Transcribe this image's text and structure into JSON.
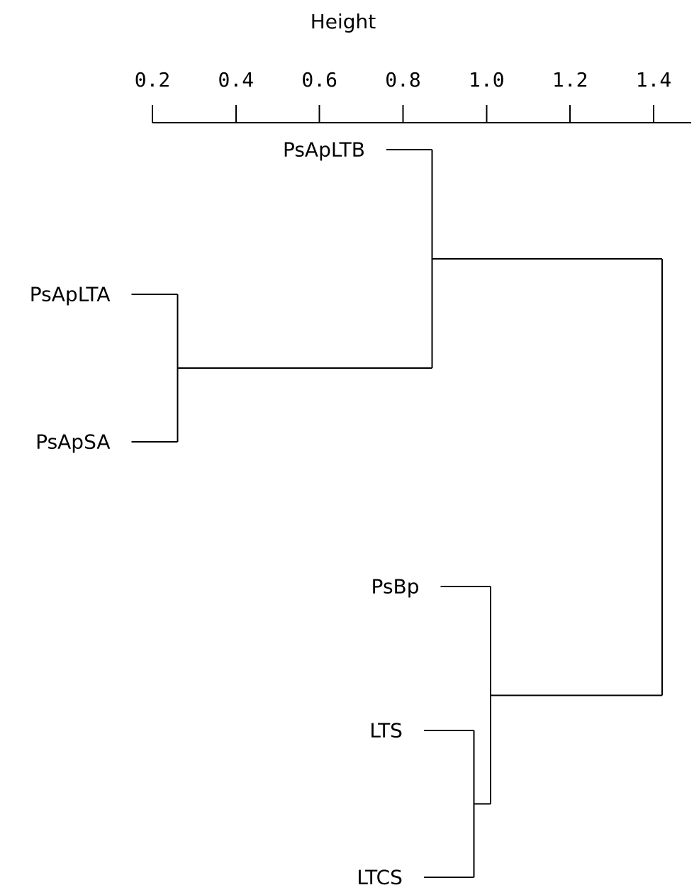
{
  "chart_data": {
    "type": "dendrogram",
    "orientation": "horizontal",
    "axis": {
      "label": "Height",
      "position": "top",
      "range": [
        0.2,
        1.49
      ],
      "ticks": [
        0.2,
        0.4,
        0.6,
        0.8,
        1.0,
        1.2,
        1.4
      ],
      "tick_labels": [
        "0.2",
        "0.4",
        "0.6",
        "0.8",
        "1.0",
        "1.2",
        "1.4"
      ]
    },
    "leaves": [
      {
        "id": "PsApLTB",
        "label": "PsApLTB",
        "height": 0.76
      },
      {
        "id": "PsApLTA",
        "label": "PsApLTA",
        "height": 0.15
      },
      {
        "id": "PsApSA",
        "label": "PsApSA",
        "height": 0.15
      },
      {
        "id": "PsBp",
        "label": "PsBp",
        "height": 0.89
      },
      {
        "id": "LTS",
        "label": "LTS",
        "height": 0.85
      },
      {
        "id": "LTCS",
        "label": "LTCS",
        "height": 0.85
      }
    ],
    "merges": [
      {
        "id": "m1",
        "children": [
          "PsApLTA",
          "PsApSA"
        ],
        "height": 0.26
      },
      {
        "id": "m2",
        "children": [
          "LTS",
          "LTCS"
        ],
        "height": 0.97
      },
      {
        "id": "m3",
        "children": [
          "PsBp",
          "m2"
        ],
        "height": 1.01
      },
      {
        "id": "m4",
        "children": [
          "PsApLTB",
          "m1"
        ],
        "height": 0.87
      },
      {
        "id": "m5",
        "children": [
          "m4",
          "m3"
        ],
        "height": 1.42
      }
    ],
    "grid": false,
    "legend": "none"
  }
}
